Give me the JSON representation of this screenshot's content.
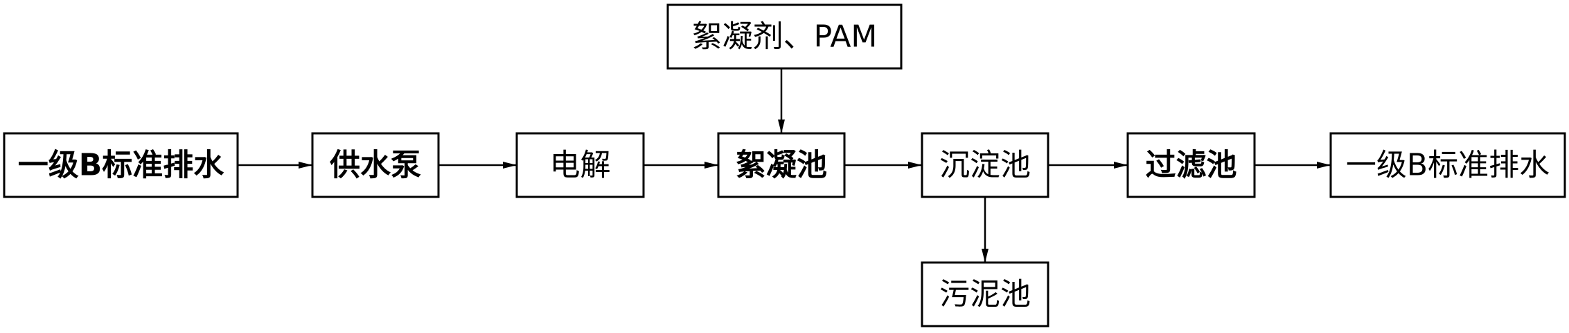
{
  "nodes": {
    "input_water": "一级B标准排水",
    "supply_pump": "供水泵",
    "electrolysis": "电解",
    "flocculant": "絮凝剂、PAM",
    "flocculation_tank": "絮凝池",
    "sedimentation_tank": "沉淀池",
    "sludge_tank": "污泥池",
    "filter_tank": "过滤池",
    "output_water": "一级B标准排水"
  },
  "edges": [
    {
      "from": "input_water",
      "to": "supply_pump"
    },
    {
      "from": "supply_pump",
      "to": "electrolysis"
    },
    {
      "from": "electrolysis",
      "to": "flocculation_tank"
    },
    {
      "from": "flocculant",
      "to": "flocculation_tank"
    },
    {
      "from": "flocculation_tank",
      "to": "sedimentation_tank"
    },
    {
      "from": "sedimentation_tank",
      "to": "filter_tank"
    },
    {
      "from": "sedimentation_tank",
      "to": "sludge_tank"
    },
    {
      "from": "filter_tank",
      "to": "output_water"
    }
  ]
}
